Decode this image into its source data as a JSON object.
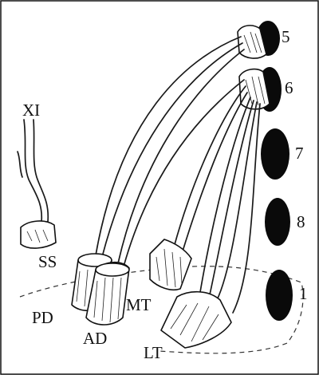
{
  "labels": {
    "nerve_xi": "XI",
    "muscle_ss": "SS",
    "muscle_pd": "PD",
    "muscle_ad": "AD",
    "muscle_mt": "MT",
    "muscle_lt": "LT",
    "seg_5": "5",
    "seg_6": "6",
    "seg_7": "7",
    "seg_8": "8",
    "seg_1": "1"
  },
  "colors": {
    "ink": "#111111",
    "segment_fill": "#0a0a0a",
    "background": "#ffffff"
  }
}
